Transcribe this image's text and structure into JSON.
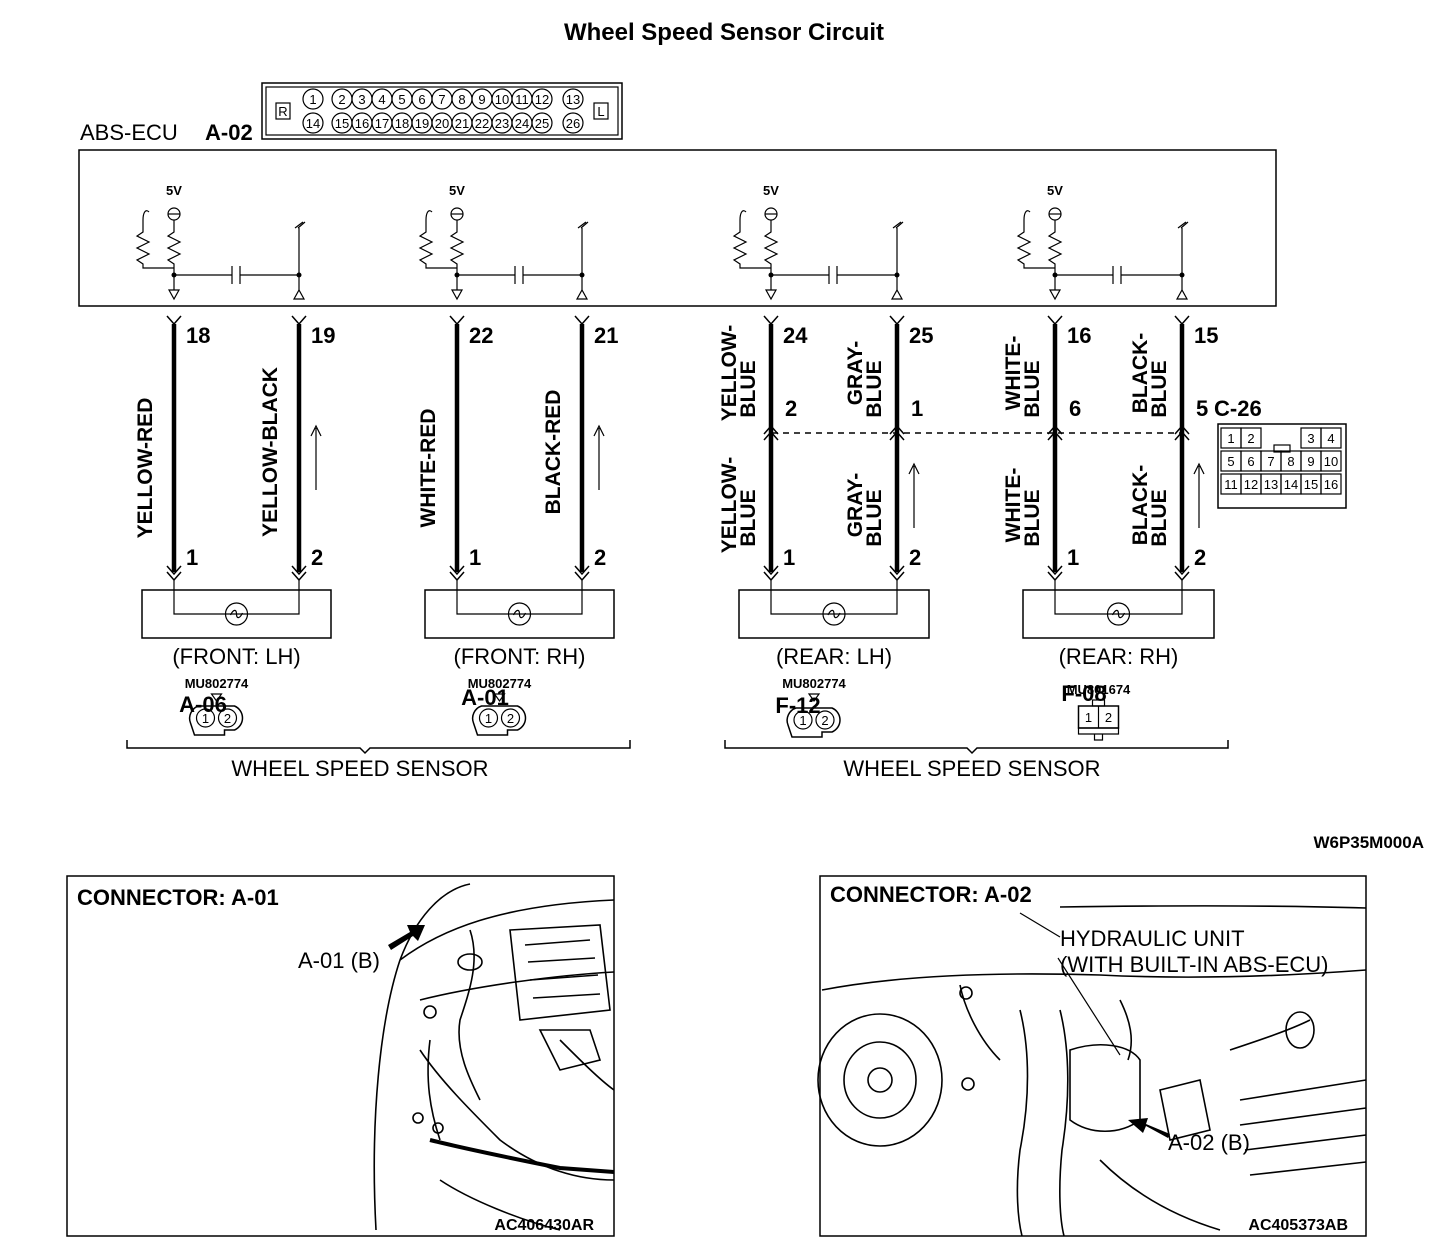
{
  "title": "Wheel Speed Sensor Circuit",
  "ecu": {
    "label": "ABS-ECU",
    "connector_id": "A-02",
    "pins_top": [
      "R",
      "1",
      "2",
      "3",
      "4",
      "5",
      "6",
      "7",
      "8",
      "9",
      "10",
      "11",
      "12",
      "13",
      "L"
    ],
    "pins_bottom": [
      "14",
      "15",
      "16",
      "17",
      "18",
      "19",
      "20",
      "21",
      "22",
      "23",
      "24",
      "25",
      "26"
    ],
    "supply_label": "5V"
  },
  "circuits": [
    {
      "ecu_pins": [
        "18",
        "19"
      ],
      "wires": [
        "YELLOW-RED",
        "YELLOW-BLACK"
      ],
      "sensor_pins": [
        "1",
        "2"
      ],
      "position": "(FRONT: LH)",
      "connector": "A-06",
      "part": "MU802774"
    },
    {
      "ecu_pins": [
        "22",
        "21"
      ],
      "wires": [
        "WHITE-RED",
        "BLACK-RED"
      ],
      "sensor_pins": [
        "1",
        "2"
      ],
      "position": "(FRONT: RH)",
      "connector": "A-01",
      "part": "MU802774"
    },
    {
      "ecu_pins": [
        "24",
        "25"
      ],
      "wires_upper": [
        "YELLOW-BLUE",
        "GRAY-BLUE"
      ],
      "c26_pins": [
        "2",
        "1"
      ],
      "wires_lower": [
        "YELLOW-BLUE",
        "GRAY-BLUE"
      ],
      "sensor_pins": [
        "1",
        "2"
      ],
      "position": "(REAR: LH)",
      "connector": "F-12",
      "part": "MU802774"
    },
    {
      "ecu_pins": [
        "16",
        "15"
      ],
      "wires_upper": [
        "WHITE-BLUE",
        "BLACK-BLUE"
      ],
      "c26_pins": [
        "6",
        "5"
      ],
      "wires_lower": [
        "WHITE-BLUE",
        "BLACK-BLUE"
      ],
      "sensor_pins": [
        "1",
        "2"
      ],
      "position": "(REAR: RH)",
      "connector": "F-08",
      "part": "MU801674"
    }
  ],
  "intermediate_connector": {
    "id": "C-26",
    "pins_row1": [
      "1",
      "2",
      "",
      "",
      "3",
      "4"
    ],
    "pins_row2": [
      "5",
      "6",
      "7",
      "8",
      "9",
      "10"
    ],
    "pins_row3": [
      "11",
      "12",
      "13",
      "14",
      "15",
      "16"
    ]
  },
  "group_label": "WHEEL SPEED SENSOR",
  "diagram_code": "W6P35M000A",
  "panels": [
    {
      "heading": "CONNECTOR: A-01",
      "callout": "A-01 (B)",
      "code": "AC406430AR"
    },
    {
      "heading": "CONNECTOR: A-02",
      "callout": "A-02 (B)",
      "note_line1": "HYDRAULIC UNIT",
      "note_line2": "(WITH BUILT-IN ABS-ECU)",
      "code": "AC405373AB"
    }
  ]
}
